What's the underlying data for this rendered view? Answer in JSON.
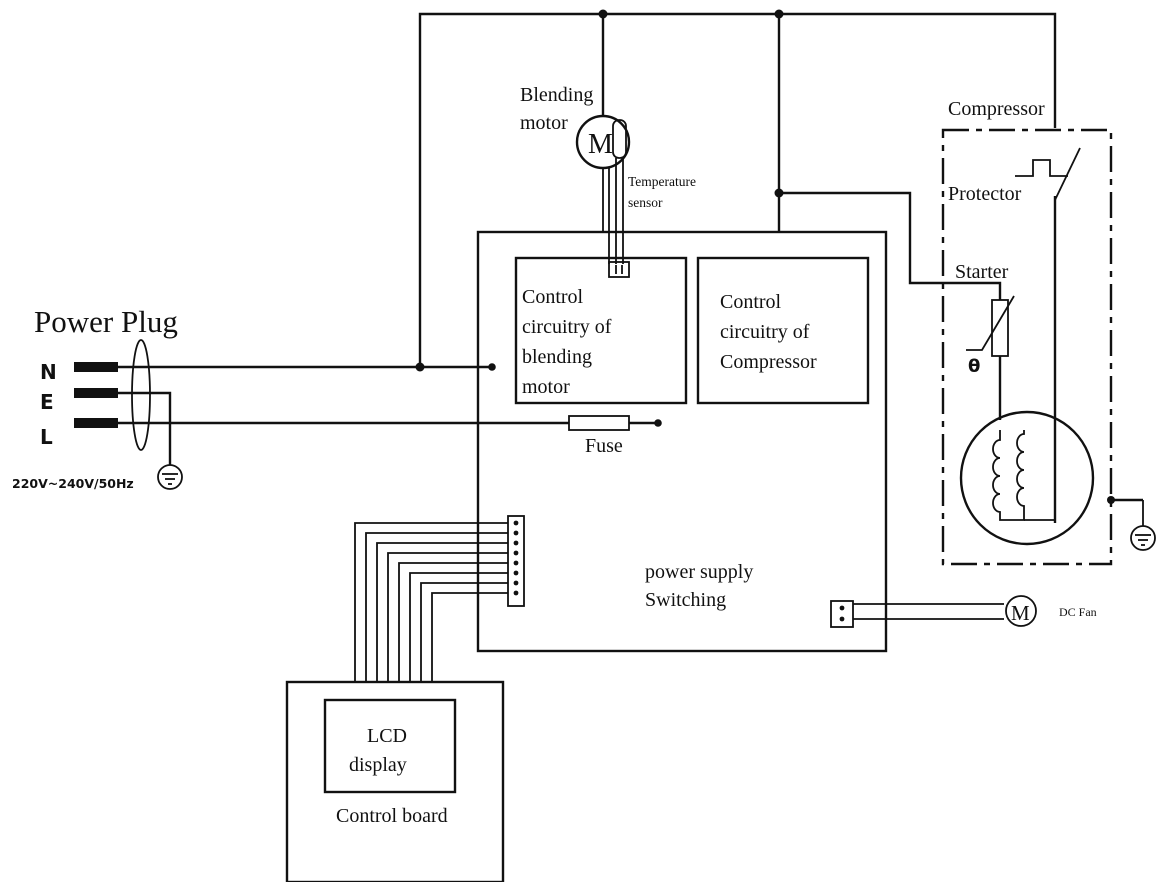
{
  "diagram": {
    "power_plug": {
      "title": "Power Plug",
      "pins": [
        "N",
        "E",
        "L"
      ],
      "rating": "220V~240V/50Hz"
    },
    "blending_motor": {
      "label_line1": "Blending",
      "label_line2": "motor",
      "symbol": "M"
    },
    "temperature_sensor": {
      "line1": "Temperature",
      "line2": "sensor"
    },
    "blend_control": {
      "line1": "Control",
      "line2": "circuitry of",
      "line3": "blending",
      "line4": "motor"
    },
    "compressor_control": {
      "line1": "Control",
      "line2": "circuitry of",
      "line3": "Compressor"
    },
    "fuse": "Fuse",
    "power_supply": {
      "line1": "power supply",
      "line2": "Switching"
    },
    "compressor": {
      "title": "Compressor",
      "protector": "Protector",
      "starter": "Starter",
      "theta": "θ"
    },
    "dc_fan": {
      "symbol": "M",
      "label": "DC Fan"
    },
    "control_board": {
      "label": "Control board",
      "lcd_line1": "LCD",
      "lcd_line2": "display"
    }
  }
}
